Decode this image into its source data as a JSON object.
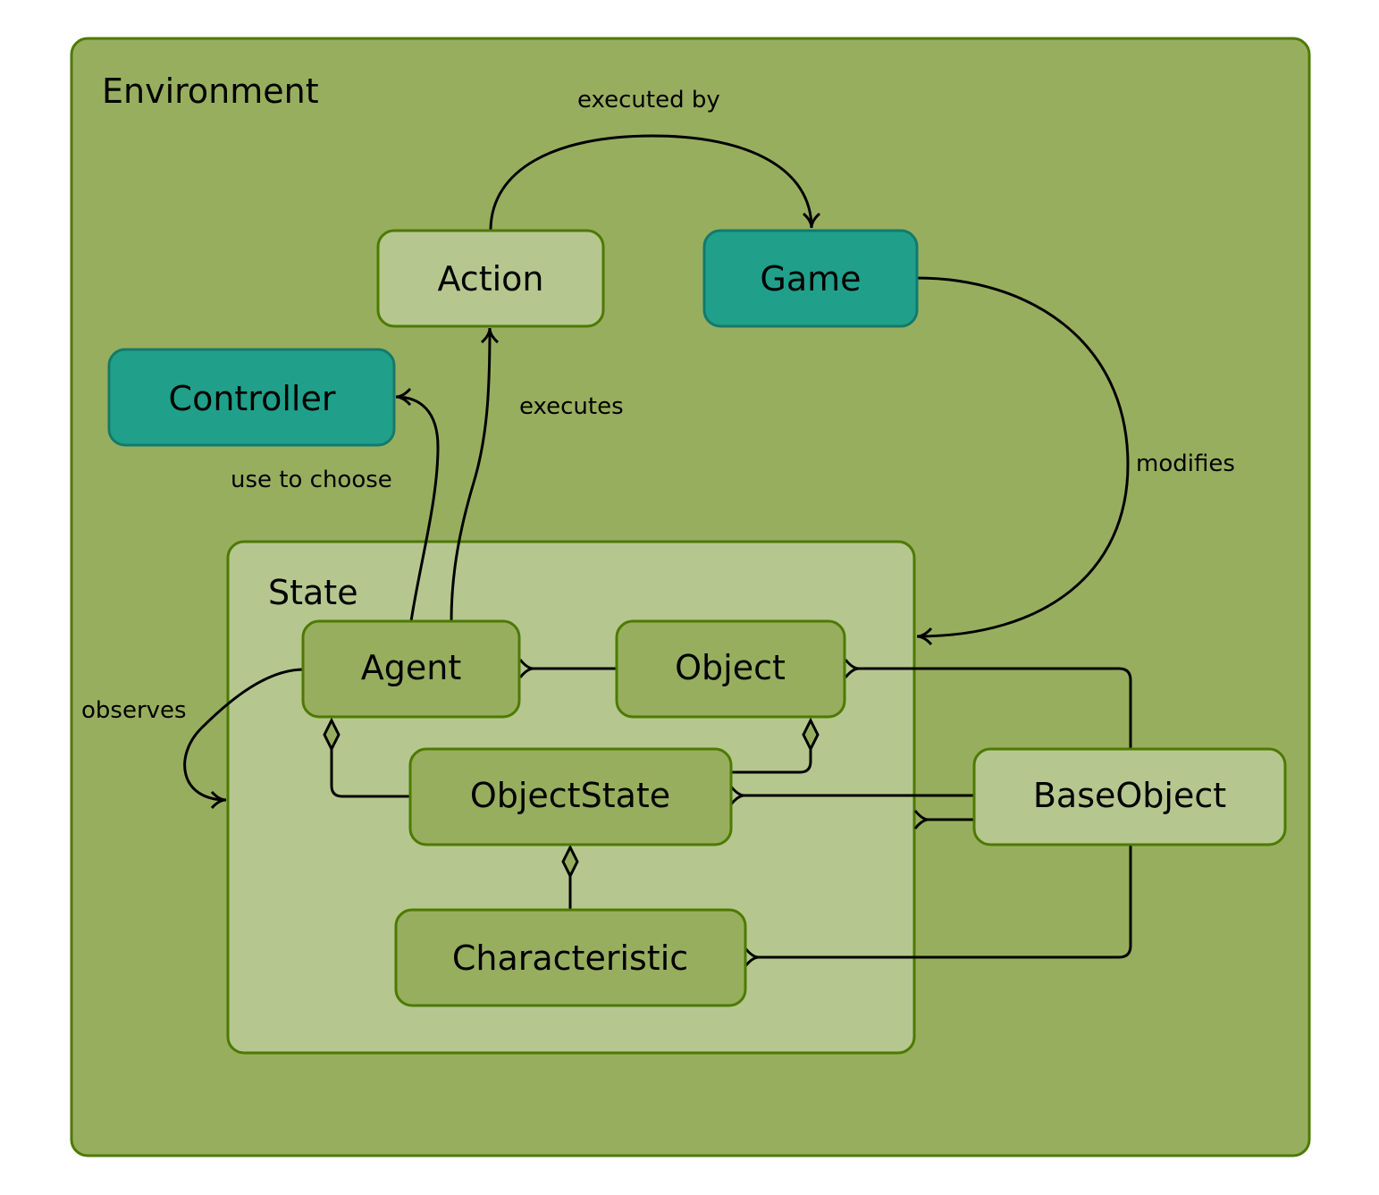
{
  "colors": {
    "environment_fill": "#98ae5f",
    "environment_stroke": "#4d7a00",
    "state_fill": "#b5c78f",
    "node_dark_fill": "#98ae5f",
    "node_light_fill": "#b5c78f",
    "node_teal_fill": "#20a08a",
    "node_teal_stroke": "#137a6b",
    "node_stroke": "#4d7a00"
  },
  "containers": {
    "environment": "Environment",
    "state": "State"
  },
  "nodes": {
    "action": "Action",
    "game": "Game",
    "controller": "Controller",
    "agent": "Agent",
    "object": "Object",
    "object_state": "ObjectState",
    "characteristic": "Characteristic",
    "base_object": "BaseObject"
  },
  "edge_labels": {
    "executed_by": "executed by",
    "executes": "executes",
    "use_to_choose": "use to choose",
    "modifies": "modifies",
    "observes": "observes"
  }
}
